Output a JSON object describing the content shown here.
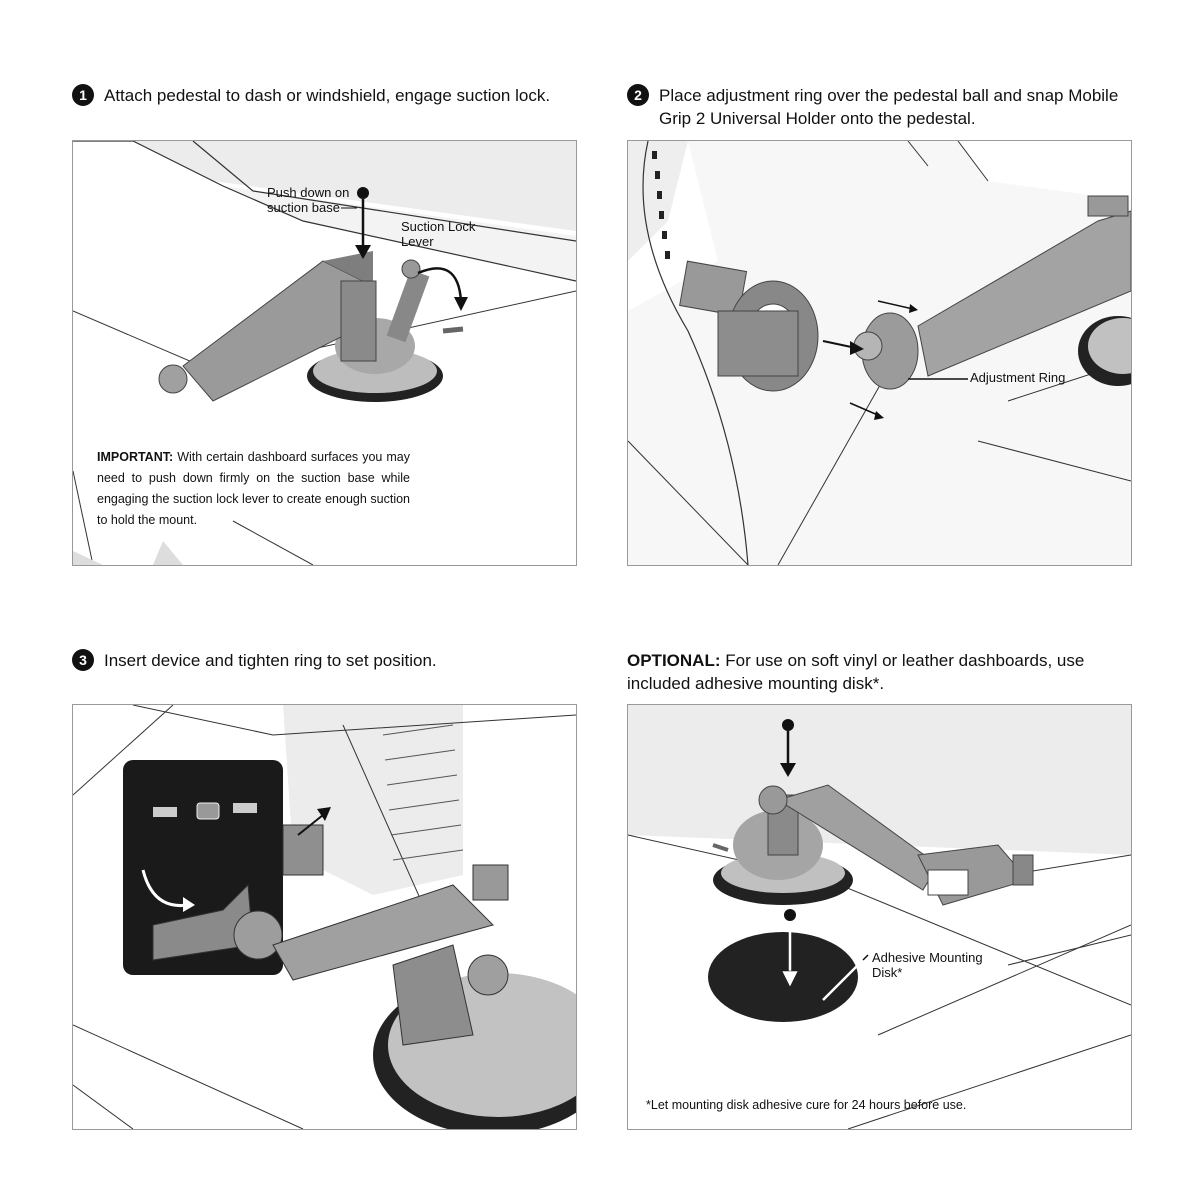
{
  "steps": [
    {
      "number": "1",
      "text": "Attach pedestal to dash or windshield, engage suction lock."
    },
    {
      "number": "2",
      "text": "Place adjustment ring over the pedestal ball and snap Mobile Grip 2 Universal Holder onto the pedestal."
    },
    {
      "number": "3",
      "text": "Insert device and tighten ring to set position."
    }
  ],
  "optional": {
    "label": "OPTIONAL:",
    "text": "For use on soft vinyl or leather dashboards, use included adhesive mounting disk*."
  },
  "panel1": {
    "push_label": "Push down on suction base",
    "lever_label": "Suction Lock Lever",
    "important_label": "IMPORTANT:",
    "important_text": "With certain dashboard surfaces you may need to push down firmly on the suction base while engaging the suction lock lever to create enough suction to hold the mount."
  },
  "panel2": {
    "ring_label": "Adjustment Ring"
  },
  "panel4": {
    "disk_label": "Adhesive Mounting Disk*",
    "footnote": "*Let mounting disk adhesive cure for 24 hours before use."
  }
}
